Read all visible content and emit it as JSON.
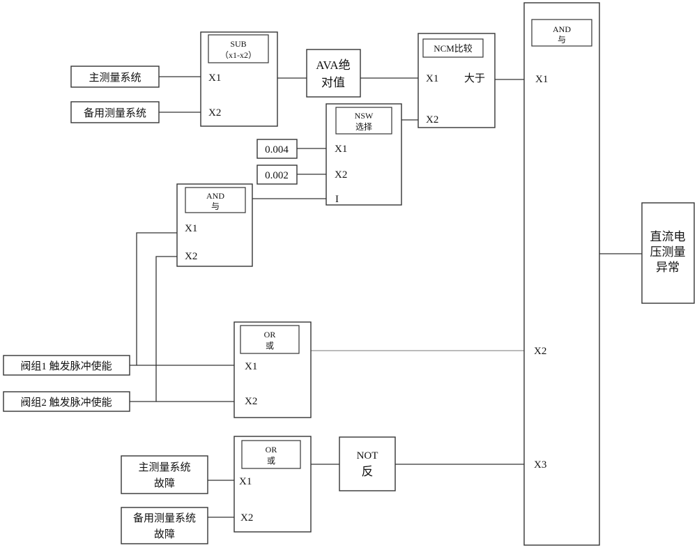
{
  "inputs": {
    "main_system": "主测量系统",
    "backup_system": "备用测量系统",
    "const_a": "0.004",
    "const_b": "0.002",
    "valve_group1": "阀组1 触发脉冲使能",
    "valve_group2": "阀组2 触发脉冲使能",
    "main_fault_line1": "主测量系统",
    "main_fault_line2": "故障",
    "backup_fault_line1": "备用测量系统",
    "backup_fault_line2": "故障"
  },
  "blocks": {
    "sub": {
      "title_line1": "SUB",
      "title_line2": "（x1-x2）",
      "port1": "X1",
      "port2": "X2"
    },
    "ava": {
      "line1": "AVA绝",
      "line2": "对值"
    },
    "ncm": {
      "title": "NCM比较",
      "port1": "X1",
      "port2": "X2",
      "out": "大于"
    },
    "nsw": {
      "title_line1": "NSW",
      "title_line2": "选择",
      "port1": "X1",
      "port2": "X2",
      "port3": "I"
    },
    "and_small": {
      "title_line1": "AND",
      "title_line2": "与",
      "port1": "X1",
      "port2": "X2"
    },
    "or1": {
      "title_line1": "OR",
      "title_line2": "或",
      "port1": "X1",
      "port2": "X2"
    },
    "or2": {
      "title_line1": "OR",
      "title_line2": "或",
      "port1": "X1",
      "port2": "X2"
    },
    "not": {
      "line1": "NOT",
      "line2": "反"
    },
    "and_big": {
      "title_line1": "AND",
      "title_line2": "与",
      "port1": "X1",
      "port2": "X2",
      "port3": "X3"
    }
  },
  "output": {
    "line1": "直流电",
    "line2": "压测量",
    "line3": "异常"
  }
}
